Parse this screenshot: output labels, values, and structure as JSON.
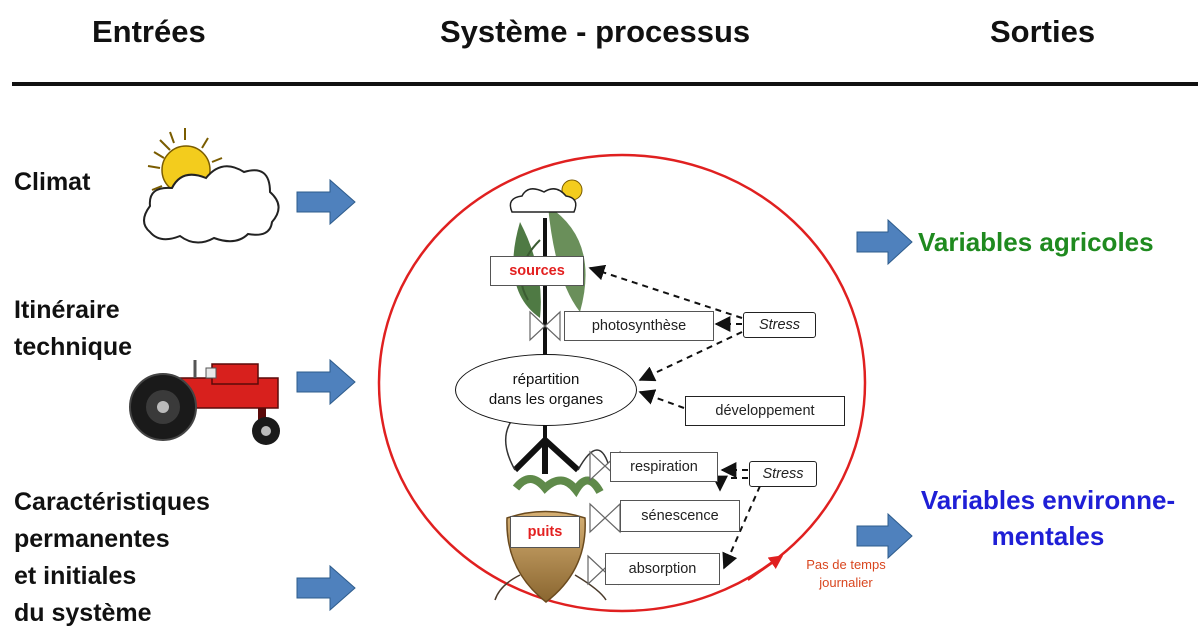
{
  "headers": {
    "inputs": "Entrées",
    "system": "Système - processus",
    "outputs": "Sorties"
  },
  "inputs": {
    "climate": "Climat",
    "itinerary": [
      "Itinéraire",
      "technique"
    ],
    "characteristics": [
      "Caractéristiques",
      "permanentes",
      "et initiales",
      "du système"
    ]
  },
  "outputs": {
    "agri": "Variables agricoles",
    "env": [
      "Variables environne-",
      "mentales"
    ]
  },
  "process": {
    "sources": "sources",
    "photosynthesis": "photosynthèse",
    "stress_top": "Stress",
    "partition": [
      "répartition",
      "dans les organes"
    ],
    "development": "développement",
    "respiration": "respiration",
    "stress_bottom": "Stress",
    "senescence": "sénescence",
    "sinks": "puits",
    "absorption": "absorption",
    "timestep": [
      "Pas de temps",
      "journalier"
    ]
  },
  "colors": {
    "arrow_blue": "#4f81bd",
    "circle_red": "#e02020",
    "agri_green": "#1f8a1f",
    "env_blue": "#1f1fd6",
    "note_orange": "#d9461f"
  }
}
